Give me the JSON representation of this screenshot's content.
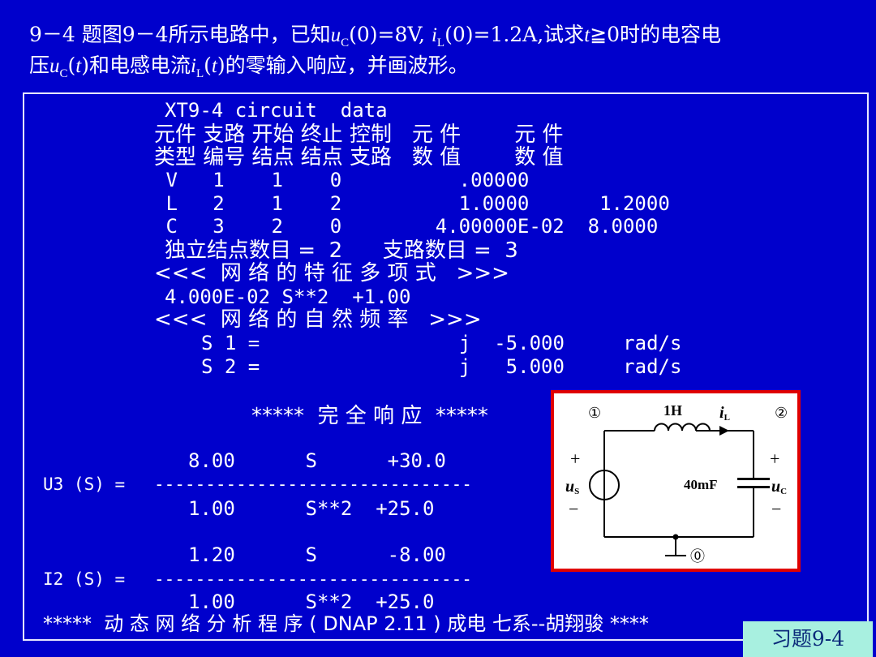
{
  "question": {
    "l1_a": "9－4 题图9－4所示电路中，已知",
    "l1_u": "u",
    "l1_sub_c": "C",
    "l1_b": "(0)=8V, ",
    "l1_i": "i",
    "l1_sub_l": "L",
    "l1_c": "(0)=1.2A,试求",
    "l1_t": "t",
    "l1_d": "≧0时的电容电",
    "l2_a": "压",
    "l2_u": "u",
    "l2_sub_c": "C",
    "l2_b": "(",
    "l2_t1": "t",
    "l2_c": ")和电感电流",
    "l2_i": "i",
    "l2_sub_l": "L",
    "l2_d": "(",
    "l2_t2": "t",
    "l2_e": ")的零输入响应，并画波形。"
  },
  "output": {
    "header": "XT9-4 circuit  data",
    "col_head_1": "元件 支路 开始 终止 控制   元 件        元 件",
    "col_head_2": "类型 编号 结点 结点 支路   数 值        数 值",
    "rows": [
      " V   1    1    0          .00000",
      " L   2    1    2          1.0000      1.2000",
      " C   3    2    0        4.00000E-02  8.0000"
    ],
    "counts": "独立结点数目 =  2      支路数目 =  3",
    "poly_title": "<<<  网 络 的 特 征 多 项 式   >>>",
    "poly": "4.000E-02 S**2  +1.00",
    "freq_title": "<<<  网 络 的 自 然 频 率   >>>",
    "s1": "S 1 =                 j  -5.000     rad/s",
    "s2": "S 2 =                 j   5.000     rad/s",
    "full_response": "*****  完 全 响 应  *****",
    "u3_num": "8.00      S      +30.0",
    "u3_label": "U3 (S) =",
    "u3_line": "-------------------------------",
    "u3_den": "1.00      S**2  +25.0",
    "i2_num": "1.20      S      -8.00",
    "i2_label": "I2 (S) =",
    "i2_line": "-------------------------------",
    "i2_den": "1.00      S**2  +25.0",
    "footer": "*****  动 态 网 络 分 析 程 序 ( DNAP 2.11 ) 成电 七系--胡翔骏 ****"
  },
  "circuit": {
    "node1": "①",
    "node2": "②",
    "node0": "⓪",
    "inductor": "1H",
    "current": "i",
    "current_sub": "L",
    "plus_left": "+",
    "minus_left": "−",
    "source": "u",
    "source_sub": "S",
    "capacitor": "40mF",
    "plus_right": "+",
    "minus_right": "−",
    "voltage": "u",
    "voltage_sub": "C"
  },
  "badge": "习题9-4",
  "colors": {
    "background": "#0000cc",
    "text": "#ffffff",
    "circuit_border": "#e00000",
    "badge_bg": "#a8f0e0",
    "badge_text": "#0b2a7a"
  }
}
